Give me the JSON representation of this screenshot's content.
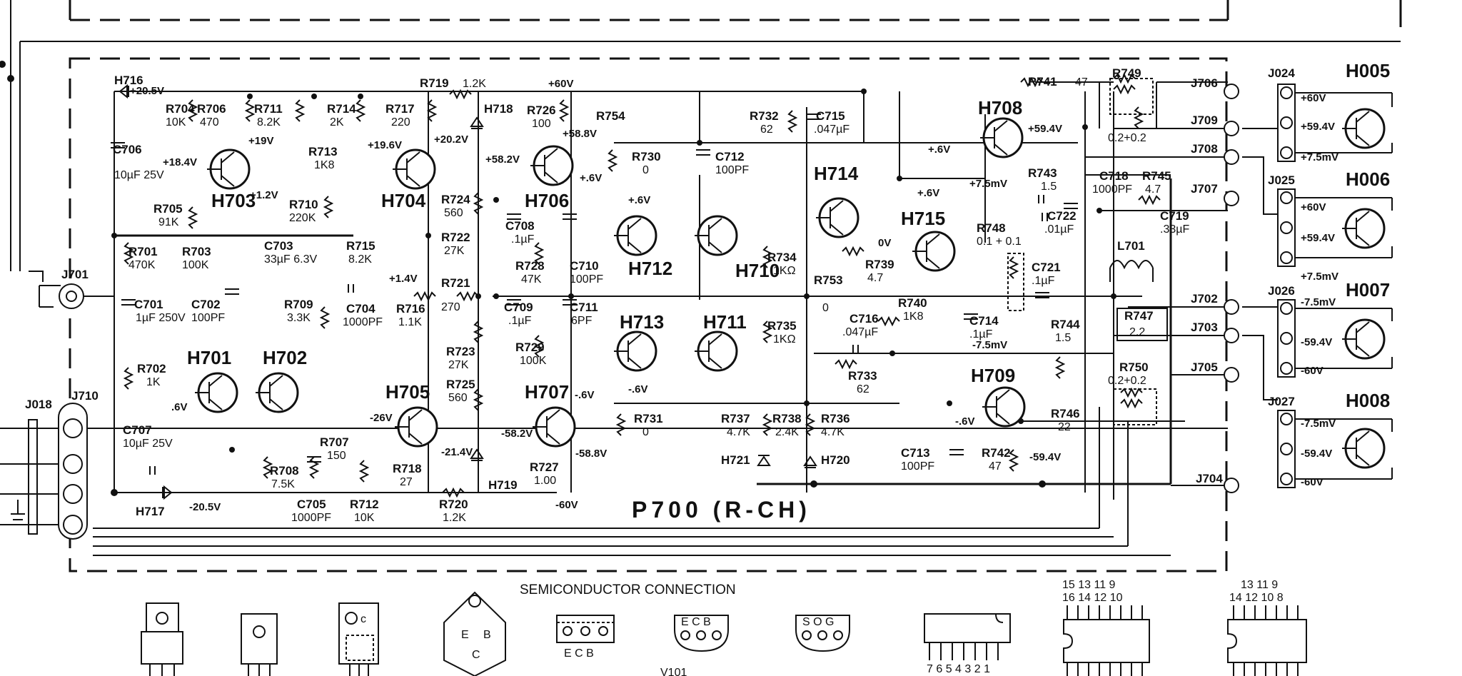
{
  "board_label": "P700   (R-CH)",
  "legend_title": "SEMICONDUCTOR   CONNECTION",
  "voltages": [
    "+20.5V",
    "+18.4V",
    "+19V",
    "+1.2V",
    "+19.6V",
    "+20.2V",
    "+60V",
    "+58.2V",
    "+58.8V",
    "+.6V",
    ".6V",
    "+1.4V",
    "-20.5V",
    "-26V",
    "-21.4V",
    "-58.2V",
    "-58.8V",
    "-.6V",
    "-60V",
    "+59.4V",
    "+7.5mV",
    "0V",
    "-7.5mV",
    "-59.4V",
    "-.6V",
    "+59.4V",
    "+7.5mV",
    "-7.5mV",
    "-59.4V",
    "-60V"
  ],
  "components": [
    {
      "id": "R704",
      "value": "10K"
    },
    {
      "id": "R706",
      "value": "470"
    },
    {
      "id": "R711",
      "value": "8.2K"
    },
    {
      "id": "R714",
      "value": "2K"
    },
    {
      "id": "R717",
      "value": "220"
    },
    {
      "id": "R719",
      "value": "1.2K"
    },
    {
      "id": "R726",
      "value": "100"
    },
    {
      "id": "R754",
      "value": ""
    },
    {
      "id": "R730",
      "value": "0"
    },
    {
      "id": "C712",
      "value": "100PF"
    },
    {
      "id": "R732",
      "value": "62"
    },
    {
      "id": "C715",
      "value": ".047µF"
    },
    {
      "id": "R741",
      "value": "47"
    },
    {
      "id": "R749",
      "value": "0.2+0.2"
    },
    {
      "id": "R743",
      "value": "1.5"
    },
    {
      "id": "C718",
      "value": "1000PF"
    },
    {
      "id": "R745",
      "value": "4.7"
    },
    {
      "id": "C722",
      "value": ".01µF"
    },
    {
      "id": "C719",
      "value": ".33µF"
    },
    {
      "id": "L701",
      "value": ""
    },
    {
      "id": "C706",
      "value": "10µF 25V"
    },
    {
      "id": "R705",
      "value": "91K"
    },
    {
      "id": "R713",
      "value": "1K8"
    },
    {
      "id": "R710",
      "value": "220K"
    },
    {
      "id": "R701",
      "value": "470K"
    },
    {
      "id": "R703",
      "value": "100K"
    },
    {
      "id": "C703",
      "value": "33µF 6.3V"
    },
    {
      "id": "R715",
      "value": "8.2K"
    },
    {
      "id": "C701",
      "value": "1µF 250V"
    },
    {
      "id": "C702",
      "value": "100PF"
    },
    {
      "id": "R709",
      "value": "3.3K"
    },
    {
      "id": "C704",
      "value": "1000PF"
    },
    {
      "id": "R716",
      "value": "1.1K"
    },
    {
      "id": "R702",
      "value": "1K"
    },
    {
      "id": "R724",
      "value": "560"
    },
    {
      "id": "R722",
      "value": "27K"
    },
    {
      "id": "R721",
      "value": "270"
    },
    {
      "id": "R723",
      "value": "27K"
    },
    {
      "id": "R725",
      "value": "560"
    },
    {
      "id": "C708",
      "value": ".1µF"
    },
    {
      "id": "R728",
      "value": "47K"
    },
    {
      "id": "C710",
      "value": "100PF"
    },
    {
      "id": "C709",
      "value": ".1µF"
    },
    {
      "id": "C711",
      "value": "6PF"
    },
    {
      "id": "R729",
      "value": "100K"
    },
    {
      "id": "R734",
      "value": "1KΩ"
    },
    {
      "id": "R735",
      "value": "1KΩ"
    },
    {
      "id": "R753",
      "value": "0"
    },
    {
      "id": "R739",
      "value": "4.7"
    },
    {
      "id": "R748",
      "value": "0.1 + 0.1"
    },
    {
      "id": "C721",
      "value": ".1µF"
    },
    {
      "id": "C714",
      "value": ".1µF"
    },
    {
      "id": "R740",
      "value": "1K8"
    },
    {
      "id": "C716",
      "value": ".047µF"
    },
    {
      "id": "R733",
      "value": "62"
    },
    {
      "id": "R744",
      "value": "1.5"
    },
    {
      "id": "R747",
      "value": "2.2"
    },
    {
      "id": "R750",
      "value": "0.2+0.2"
    },
    {
      "id": "C707",
      "value": "10µF 25V"
    },
    {
      "id": "R707",
      "value": "150"
    },
    {
      "id": "R708",
      "value": "7.5K"
    },
    {
      "id": "C705",
      "value": "1000PF"
    },
    {
      "id": "R712",
      "value": "10K"
    },
    {
      "id": "R718",
      "value": "27"
    },
    {
      "id": "R720",
      "value": "1.2K"
    },
    {
      "id": "R727",
      "value": "1.00"
    },
    {
      "id": "R731",
      "value": "0"
    },
    {
      "id": "R737",
      "value": "4.7K"
    },
    {
      "id": "R738",
      "value": "2.4K"
    },
    {
      "id": "R736",
      "value": "4.7K"
    },
    {
      "id": "C713",
      "value": "100PF"
    },
    {
      "id": "R742",
      "value": "47"
    },
    {
      "id": "R746",
      "value": "22"
    }
  ],
  "transistors": [
    "H703",
    "H704",
    "H706",
    "H708",
    "H714",
    "H715",
    "H712",
    "H710",
    "H713",
    "H711",
    "H701",
    "H702",
    "H705",
    "H707",
    "H709"
  ],
  "output_transistors": [
    "H005",
    "H006",
    "H007",
    "H008"
  ],
  "diodes": [
    "H716",
    "H718",
    "H717",
    "H719",
    "H721",
    "H720"
  ],
  "connectors": [
    "J701",
    "J018",
    "J710",
    "J706",
    "J709",
    "J708",
    "J707",
    "J702",
    "J703",
    "J705",
    "J704",
    "J024",
    "J025",
    "J026",
    "J027"
  ],
  "pin_labels": {
    "ic_left_pins": "7 6 5 4 3 2 1",
    "ic16_top_a": "15  13  11  9",
    "ic16_top_b": "16 14  12  10",
    "ic14_top_a": "13  11  9",
    "ic14_top_b": "14  12  10  8",
    "ecb_1": "E C B",
    "ecb_2": "E C B",
    "sog": "S O G",
    "to3_e": "E",
    "to3_b": "B",
    "to3_c": "C",
    "bottom_cut": "V101"
  }
}
